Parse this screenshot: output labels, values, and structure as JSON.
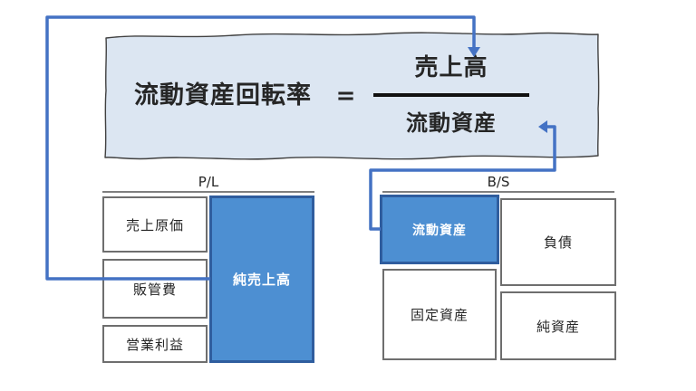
{
  "formula": {
    "name": "流動資産回転率",
    "equals": "=",
    "numerator": "売上高",
    "denominator": "流動資産"
  },
  "pl": {
    "header": "P/L",
    "cost_items": [
      {
        "label": "売上原価"
      },
      {
        "label": "販管費"
      },
      {
        "label": "営業利益"
      }
    ],
    "sales_item": {
      "label": "純売上高"
    }
  },
  "bs": {
    "header": "B/S",
    "asset_items": [
      {
        "label": "流動資産",
        "highlighted": true
      },
      {
        "label": "固定資産",
        "highlighted": false
      }
    ],
    "liability_items": [
      {
        "label": "負債"
      },
      {
        "label": "純資産"
      }
    ]
  },
  "colors": {
    "arrow": "#4472C4",
    "highlight_fill": "#4D8FD2",
    "highlight_border": "#2F5D9E",
    "banner_fill": "#DCE6F2",
    "banner_border": "#404040",
    "box_border": "#6E6E6E",
    "header_line": "#7F7F7F",
    "text_dark": "#262626",
    "fraction_bar": "#111111",
    "label_on_blue": "#FFFFFF"
  }
}
